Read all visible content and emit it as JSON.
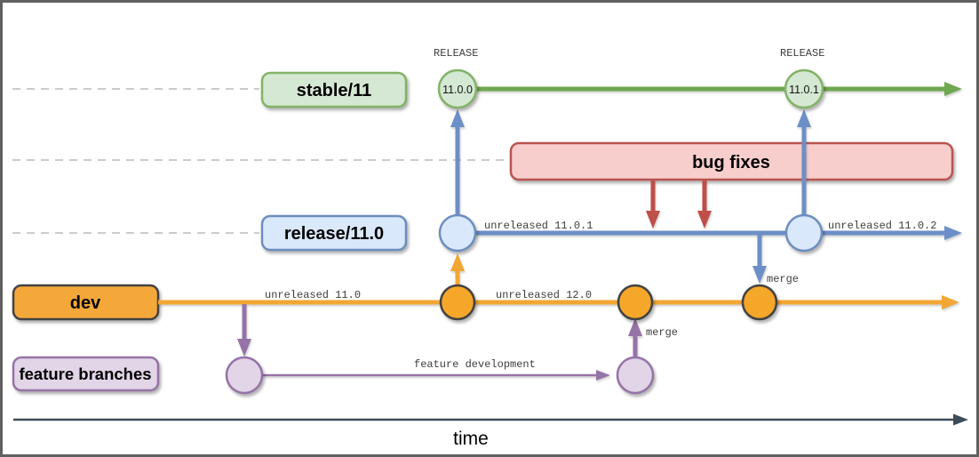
{
  "labels": {
    "stable_branch": "stable/11",
    "release_branch": "release/11.0",
    "dev_branch": "dev",
    "feature_branch": "feature branches",
    "bug_fixes": "bug fixes",
    "time": "time",
    "release_tag_left": "RELEASE",
    "release_tag_right": "RELEASE",
    "commit_left": "11.0.0",
    "commit_right": "11.0.1",
    "seg_unreleased_11_0_1": "unreleased 11.0.1",
    "seg_unreleased_11_0_2": "unreleased 11.0.2",
    "seg_unreleased_11_0": "unreleased 11.0",
    "seg_unreleased_12_0": "unreleased 12.0",
    "merge_from_release": "merge",
    "merge_from_feature": "merge",
    "feature_development": "feature development"
  },
  "structure": {
    "type": "git-release-branching-timeline",
    "lanes": [
      "stable/11",
      "release/11.0",
      "dev",
      "feature branches"
    ],
    "stable_commits": [
      "11.0.0",
      "11.0.1"
    ],
    "edges": [
      "release/11.0 first commit -> stable/11 11.0.0 (RELEASE)",
      "release/11.0 second commit -> stable/11 11.0.1 (RELEASE)",
      "dev commit (unreleased 11.0) -> release/11.0 (unreleased 11.0.1)",
      "bug fixes -> release/11.0 (two arrows)",
      "release/11.0 -> dev (merge)",
      "dev -> feature branch (branch off)",
      "feature branch (feature development) -> dev (merge, unreleased 12.0)"
    ]
  },
  "colors": {
    "green_stroke": "#82b366",
    "green_fill": "#d5e8d4",
    "green_line": "#6fa84f",
    "blue_stroke": "#6c8ebf",
    "blue_fill": "#dae8fc",
    "blue_line": "#6d8fc7",
    "orange_line": "#f2a634",
    "orange_fill": "#f5a729",
    "orange_box_stroke": "#424242",
    "purple_stroke": "#9673a6",
    "purple_fill": "#e1d5e7",
    "red_stroke": "#b85450",
    "red_fill": "#f8cecc",
    "red_arrow": "#bf4f49",
    "time_axis": "#3d4c59",
    "dashed_guide": "#cccccc",
    "frame_border": "#606060"
  }
}
